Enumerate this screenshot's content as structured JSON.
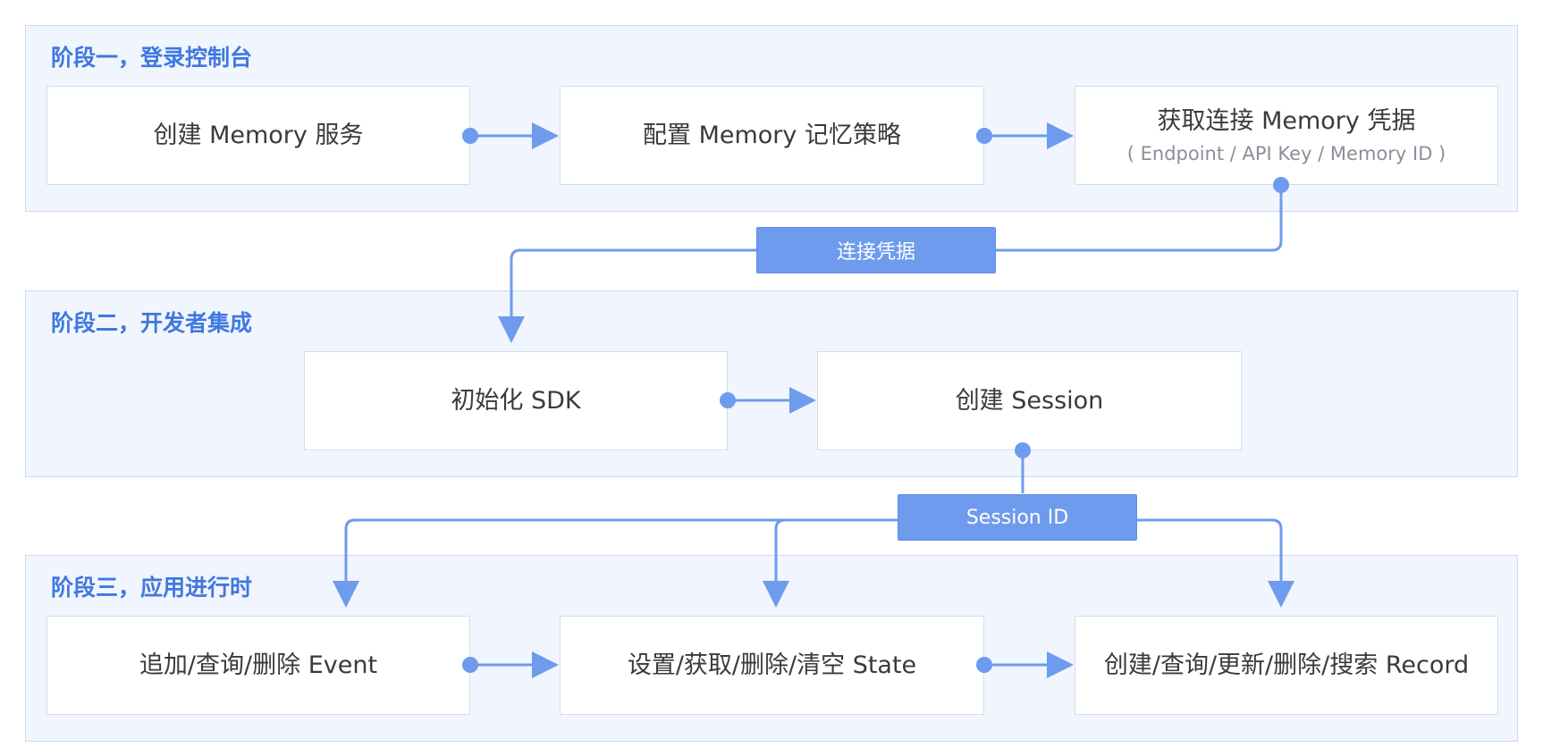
{
  "stages": [
    {
      "title": "阶段一，登录控制台",
      "nodes": [
        {
          "label": "创建 Memory 服务"
        },
        {
          "label": "配置 Memory 记忆策略"
        },
        {
          "label": "获取连接 Memory 凭据",
          "sub": "( Endpoint / API Key / Memory ID )"
        }
      ]
    },
    {
      "title": "阶段二，开发者集成",
      "nodes": [
        {
          "label": "初始化 SDK"
        },
        {
          "label": "创建 Session"
        }
      ]
    },
    {
      "title": "阶段三，应用进行时",
      "nodes": [
        {
          "label": "追加/查询/删除 Event"
        },
        {
          "label": "设置/获取/删除/清空 State"
        },
        {
          "label": "创建/查询/更新/删除/搜索 Record"
        }
      ]
    }
  ],
  "connector_labels": {
    "credentials": "连接凭据",
    "session_id": "Session ID"
  },
  "colors": {
    "accent": "#3f78e0",
    "line": "#6e9bed",
    "stage_bg": "#f1f5fd",
    "stage_border": "#cdd9f3",
    "node_border": "#d6dde9",
    "text": "#3a3a3a",
    "subtext": "#8a8f99"
  }
}
